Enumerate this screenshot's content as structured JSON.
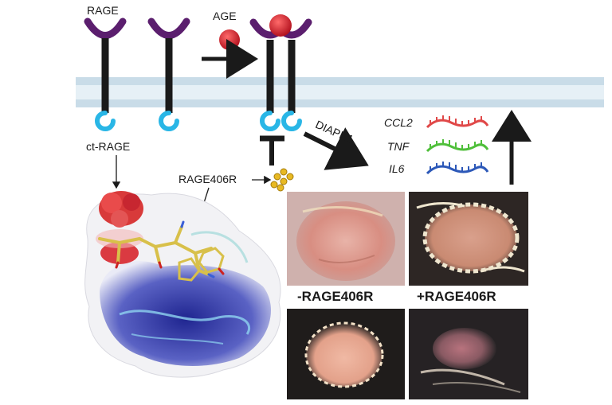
{
  "labels": {
    "rage": "RAGE",
    "age": "AGE",
    "ct_rage": "ct-RAGE",
    "rage406r": "RAGE406R",
    "diaph1": "DIAPH1",
    "genes": [
      "CCL2",
      "TNF",
      "IL6"
    ],
    "without_drug": "-RAGE406R",
    "with_drug": "+RAGE406R"
  },
  "colors": {
    "receptor_head": "#5b1e6e",
    "receptor_stem": "#1a1a1a",
    "receptor_tail": "#29b6e6",
    "ligand": "#cc1f2d",
    "membrane": "#c9dce8",
    "membrane_core": "#e6f0f6",
    "inhibitor": "#e8b923",
    "gene_ccl2": "#e04848",
    "gene_tnf": "#4fbf3a",
    "gene_il6": "#2c58b8",
    "protein_positive": "#2b2f9e",
    "protein_negative": "#d7262d"
  }
}
